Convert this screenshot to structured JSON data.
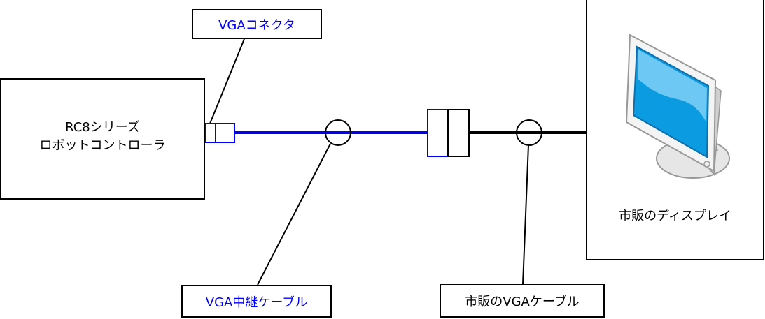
{
  "colors": {
    "vga_relay": "#0000ff",
    "commercial": "#000000",
    "screen_blue": "#0a9be0",
    "screen_highlight": "#7fd0f7",
    "monitor_frame": "#f2f2f2"
  },
  "controller": {
    "line1": "RC8シリーズ",
    "line2": "ロボットコントローラ"
  },
  "display": {
    "label": "市販のディスプレイ",
    "icon": "monitor-icon"
  },
  "callouts": {
    "vga_connector": "VGAコネクタ",
    "vga_relay_cable": "VGA中継ケーブル",
    "commercial_vga_cable": "市販のVGAケーブル"
  }
}
